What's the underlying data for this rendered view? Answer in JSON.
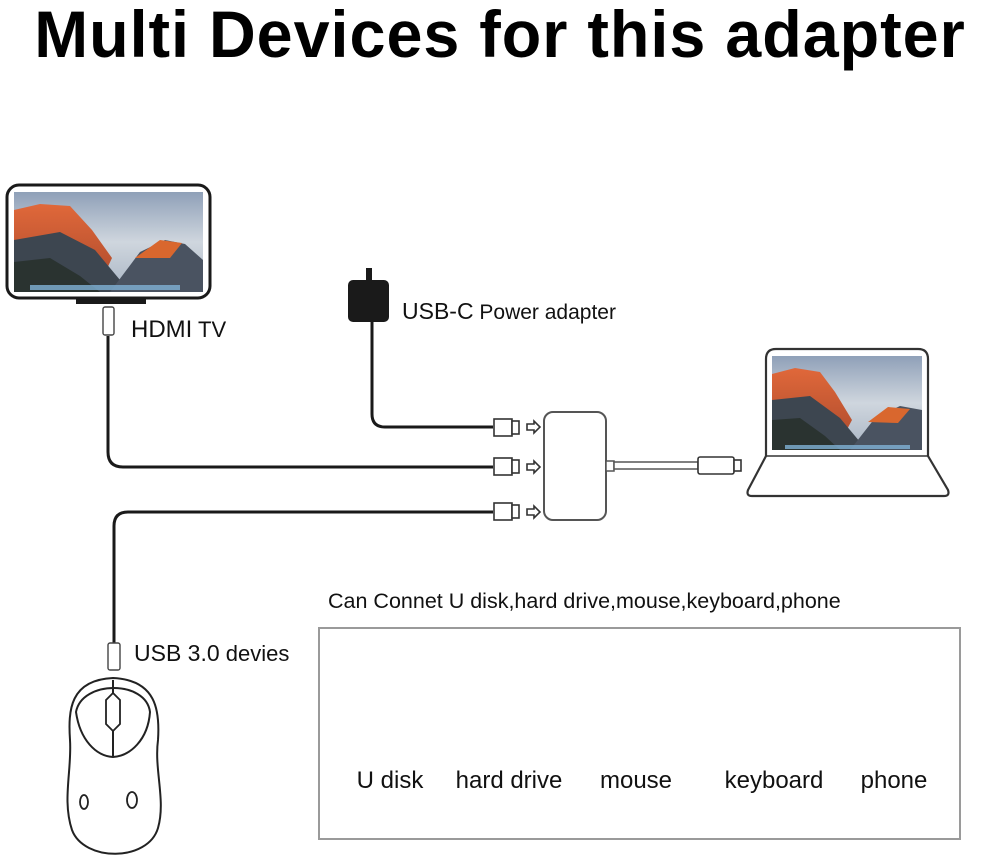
{
  "title": "Multi Devices for this adapter",
  "labels": {
    "hdmi_main": "HDMI",
    "hdmi_suffix": " TV",
    "power_main": "USB-C",
    "power_suffix": " Power adapter",
    "usb_main": "USB 3.0",
    "usb_suffix": " devies"
  },
  "caption": "Can Connet U disk,hard drive,mouse,keyboard,phone",
  "devices": [
    {
      "label": "U disk",
      "icon": "usb-flash-drive-icon"
    },
    {
      "label": "hard drive",
      "icon": "hard-drive-icon"
    },
    {
      "label": "mouse",
      "icon": "mouse-icon"
    },
    {
      "label": "keyboard",
      "icon": "keyboard-icon"
    },
    {
      "label": "phone",
      "icon": "phone-icon"
    }
  ],
  "colors": {
    "line": "#1a1a1a",
    "mountain_orange": "#d9572a",
    "sky": "#b9c3cf",
    "box_border": "#9a9a9a"
  }
}
